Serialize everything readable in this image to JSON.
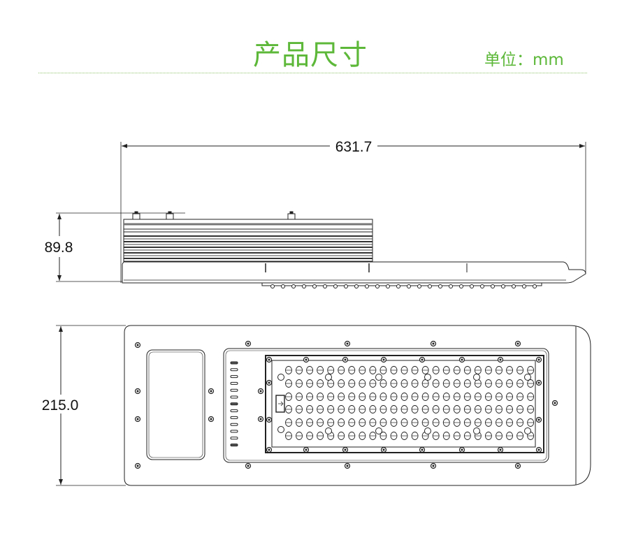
{
  "header": {
    "title": "产品尺寸",
    "unit": "单位：mm"
  },
  "dimensions": {
    "length": "631.7",
    "height": "89.8",
    "width": "215.0"
  },
  "led_grid": {
    "columns": 24,
    "rows": 6
  },
  "colors": {
    "accent": "#5db83a",
    "line": "#222222"
  }
}
